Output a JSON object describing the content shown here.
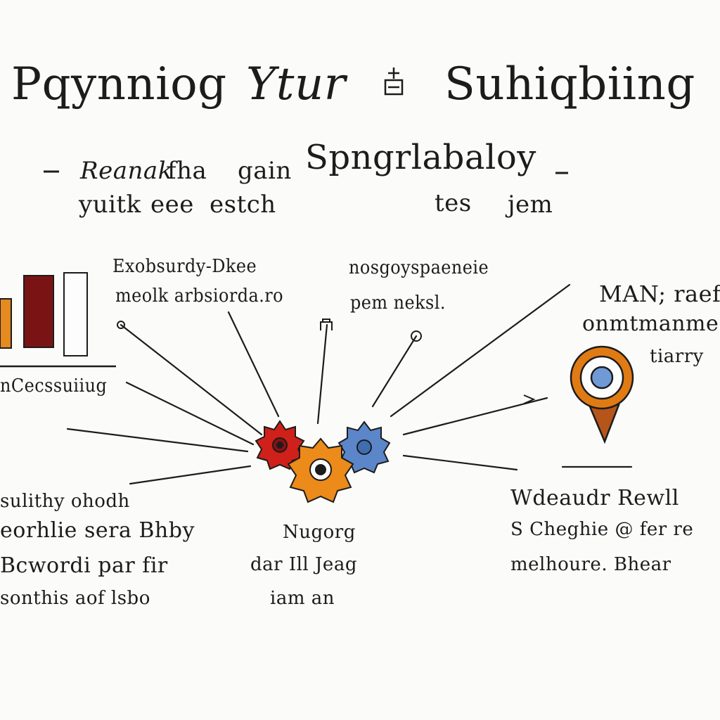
{
  "title": {
    "words": [
      "Pqynniog",
      "Ytur",
      "Suhiqbiing"
    ],
    "glyph": "⚱"
  },
  "subtitle": {
    "line1": [
      "Reanak",
      "fha",
      "gain",
      "Spngrlabaloy"
    ],
    "line2": [
      "yuitk",
      "eee",
      "estch",
      "tes",
      "jem"
    ]
  },
  "top_labels": {
    "left": [
      "Exobsurdy-Dkee",
      "meolk arbsiorda.ro"
    ],
    "center": [
      "nosgoyspaeneie",
      "pem neksl."
    ],
    "right": [
      "MAN; raeft",
      "onmtmanme",
      "tiarry"
    ]
  },
  "chart_caption": "nCecssuiiug",
  "bottom_left": [
    "sulithy ohodh",
    "eorhlie sera Bhby",
    "Bcwordi par fir",
    "sonthis aof lsbo"
  ],
  "bottom_center": [
    "Nugorg",
    "dar Ill Jeag",
    "iam an"
  ],
  "bottom_right": [
    "Wdeaudr Rewll",
    "S Cheghie @ fer re",
    "melhoure. Bhear"
  ],
  "colors": {
    "ink": "#1c1c1c",
    "orange": "#e07b14",
    "dark_red": "#7a1414",
    "red": "#d0201a",
    "blue": "#4a7cc4",
    "light_blue": "#6f9ad6"
  },
  "icons": {
    "bar_chart": "bar-chart-icon",
    "gears": "gear-cluster-icon",
    "location": "location-pin-icon"
  }
}
